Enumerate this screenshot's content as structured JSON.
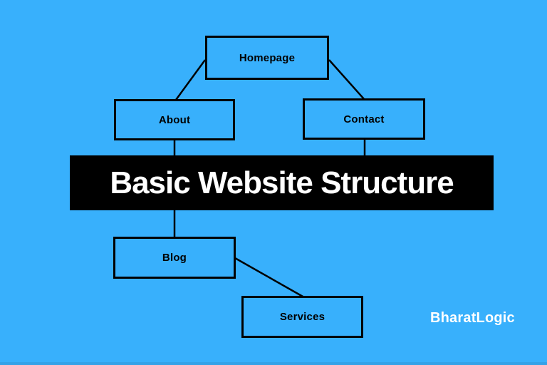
{
  "page": {
    "title": "Basic Website Structure"
  },
  "canvas": {
    "background_color": "#38B0FC",
    "stroke_color": "#000000"
  },
  "banner": {
    "label": "Basic Website Structure",
    "background_color": "#000000",
    "text_color": "#FFFFFF"
  },
  "diagram": {
    "nodes": [
      {
        "id": "homepage",
        "label": "Homepage"
      },
      {
        "id": "about",
        "label": "About"
      },
      {
        "id": "contact",
        "label": "Contact"
      },
      {
        "id": "blog",
        "label": "Blog"
      },
      {
        "id": "services",
        "label": "Services"
      }
    ],
    "edges": [
      {
        "from": "homepage",
        "to": "about"
      },
      {
        "from": "homepage",
        "to": "contact"
      },
      {
        "from": "about",
        "to": "blog"
      },
      {
        "from": "contact",
        "to": "title-banner"
      },
      {
        "from": "blog",
        "to": "services"
      }
    ]
  },
  "watermark": {
    "label": "BharatLogic",
    "color": "#FFFFFF"
  }
}
